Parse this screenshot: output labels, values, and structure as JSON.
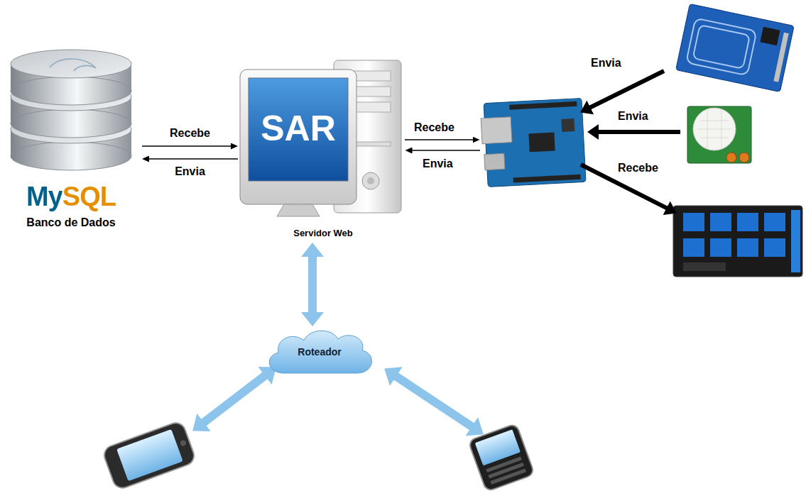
{
  "diagram": {
    "nodes": [
      {
        "text": [
          "MySQL",
          "Banco de Dados"
        ]
      },
      {
        "text": [
          "SAR",
          "Servidor Web"
        ]
      },
      {
        "text": [
          "Roteador"
        ]
      }
    ],
    "edges": [
      {
        "from": 0,
        "to": 1,
        "arrow": "to",
        "label": "Recebe"
      },
      {
        "from": 1,
        "to": 0,
        "arrow": "to",
        "label": "Envia"
      },
      {
        "from": 1,
        "to": 2,
        "arrow": "both"
      }
    ],
    "labels": [
      "Recebe",
      "Envia",
      "Envia",
      "Envia",
      "Recebe"
    ]
  }
}
